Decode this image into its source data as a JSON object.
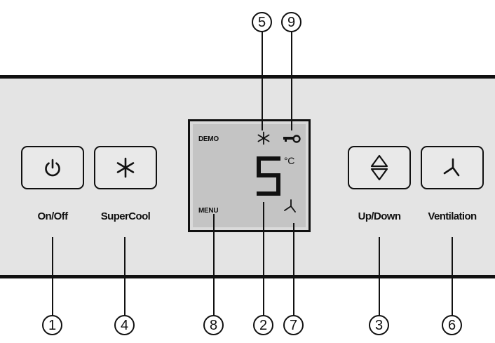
{
  "buttons": {
    "onoff": {
      "label": "On/Off",
      "icon": "power-icon"
    },
    "supercool": {
      "label": "SuperCool",
      "icon": "snowflake-icon"
    },
    "updown": {
      "label": "Up/Down",
      "icon": "up-down-arrows-icon"
    },
    "ventilation": {
      "label": "Ventilation",
      "icon": "fan-icon"
    }
  },
  "display": {
    "demo": "DEMO",
    "menu": "MENU",
    "unit": "°C",
    "digit": "5",
    "icons": [
      "snowflake-icon",
      "key-icon",
      "fan-icon"
    ]
  },
  "callouts": {
    "onoff": "1",
    "supercool": "4",
    "menu": "8",
    "digit": "2",
    "fan": "7",
    "updown": "3",
    "ventilation": "6",
    "snowflake": "5",
    "key": "9"
  }
}
